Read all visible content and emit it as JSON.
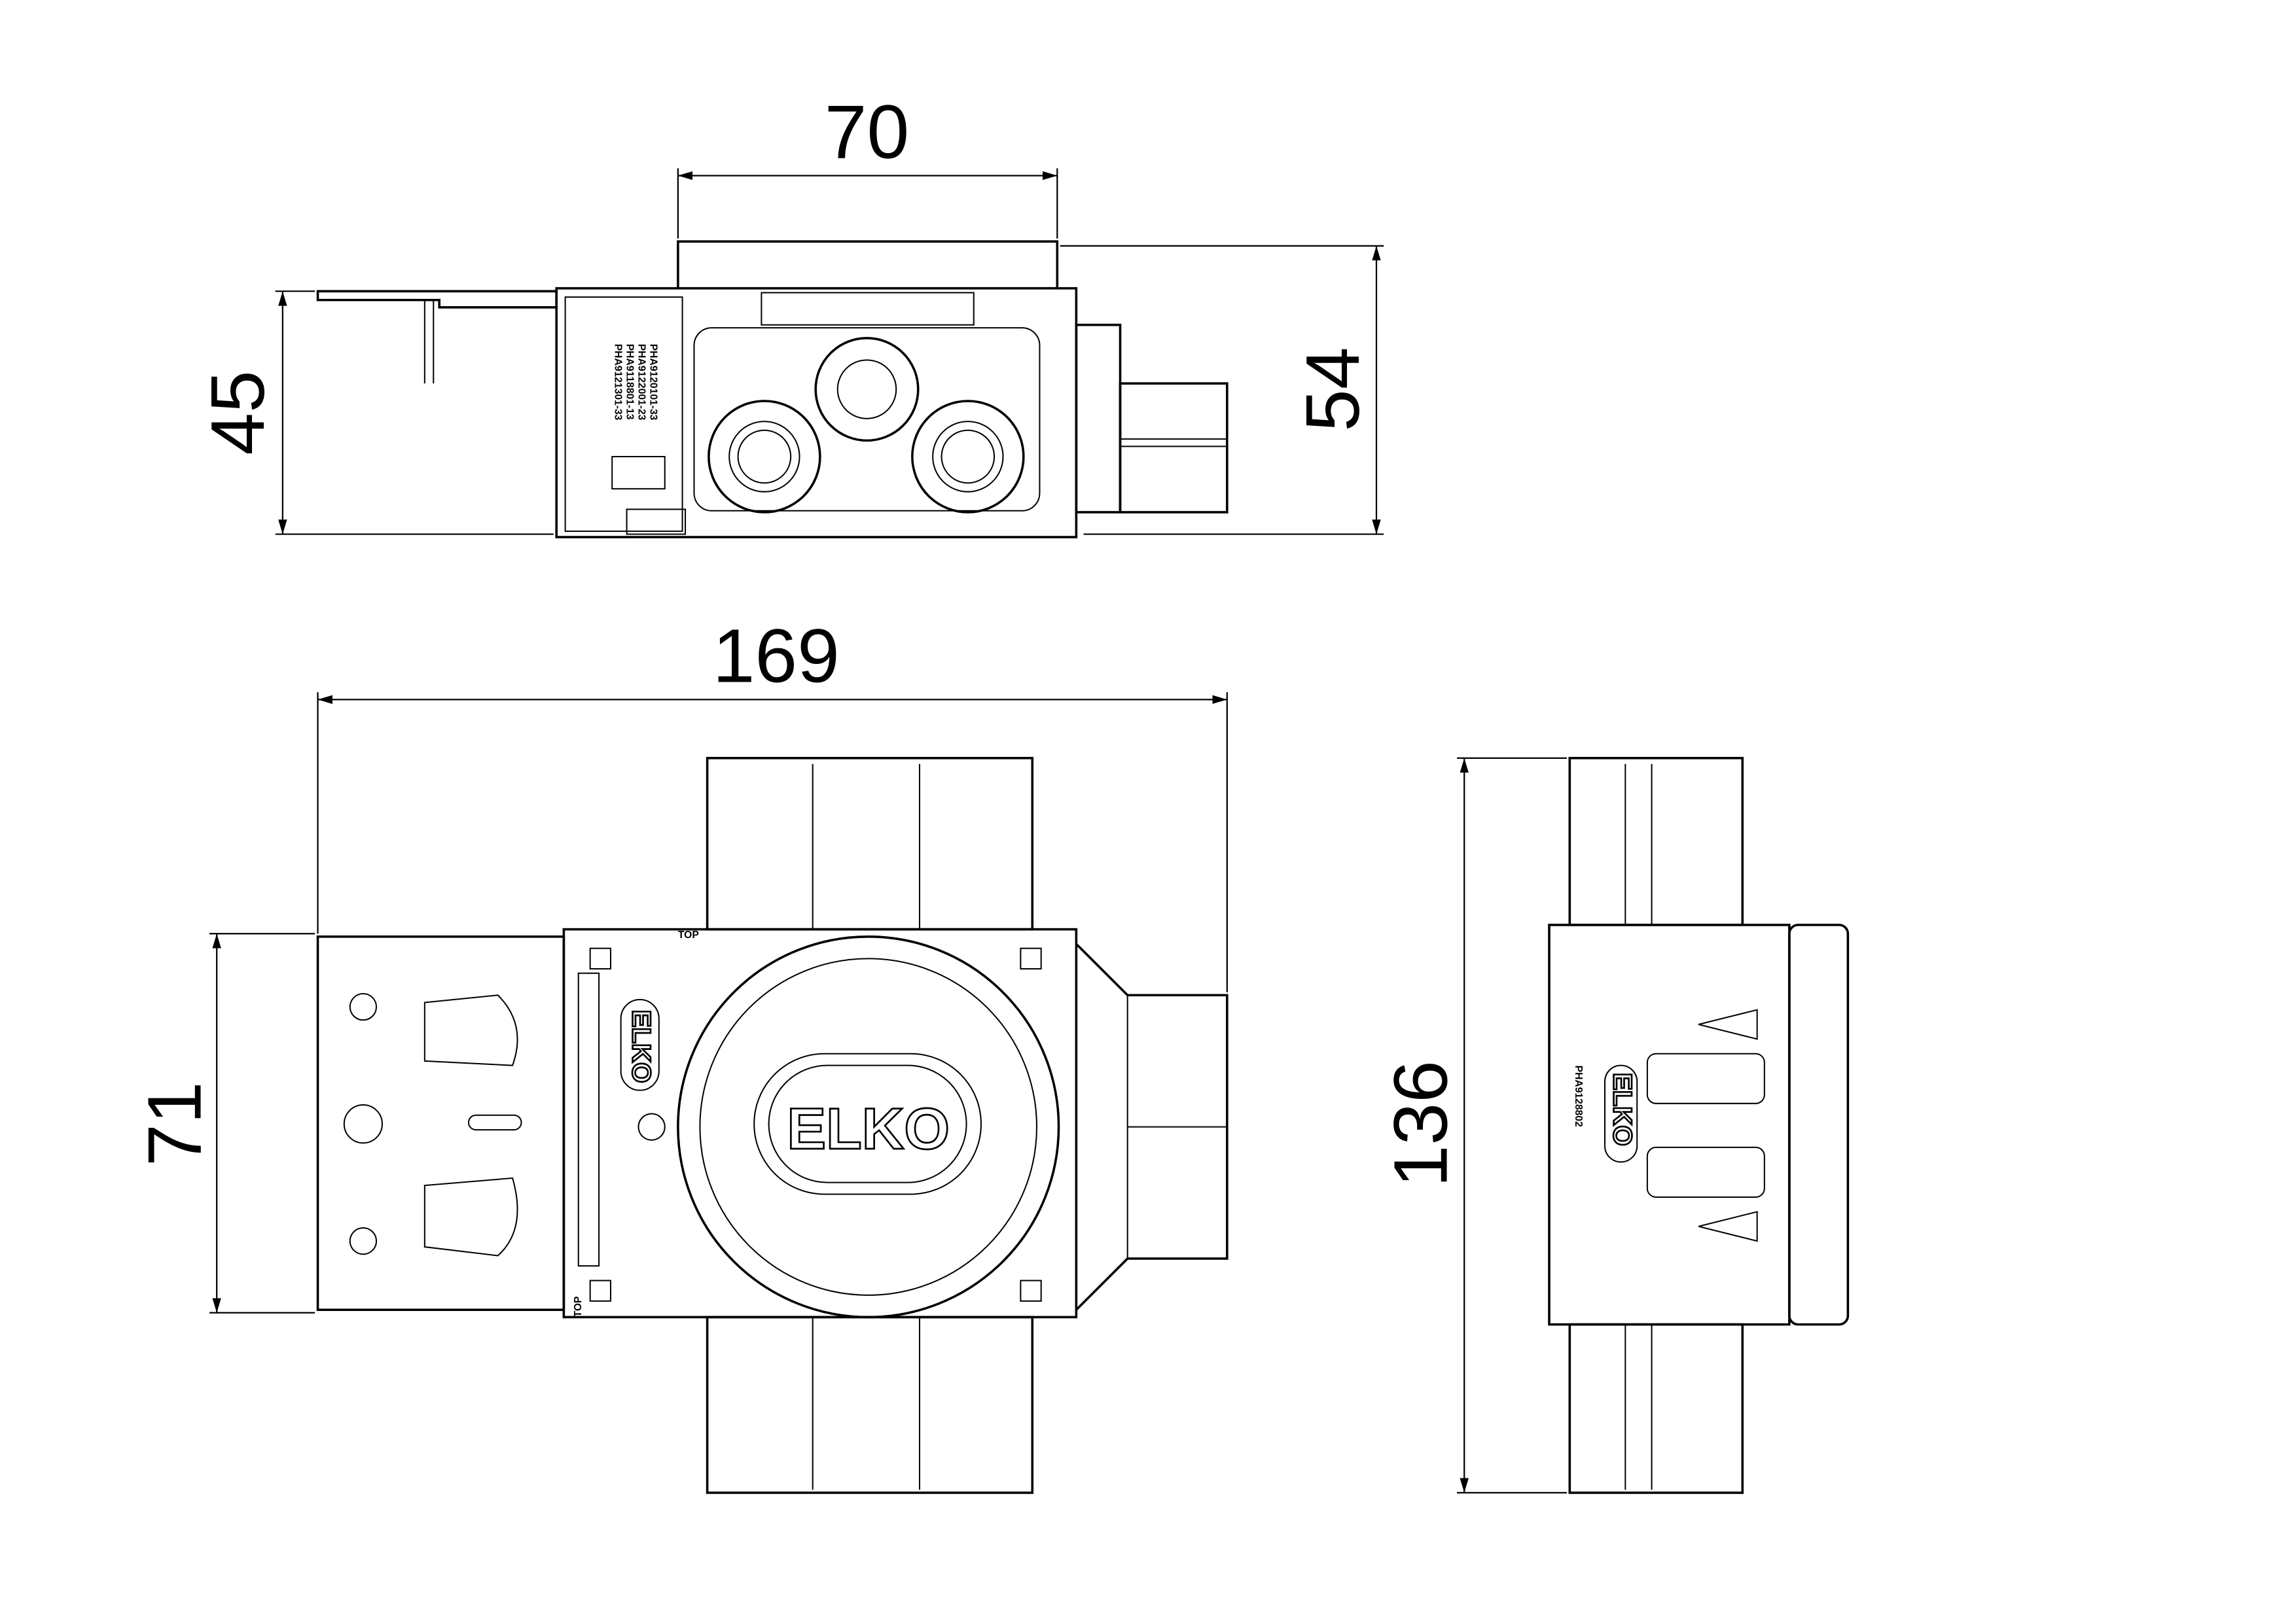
{
  "dimensions": {
    "top_width": "70",
    "front_height_left": "45",
    "front_height_right": "54",
    "overall_width": "169",
    "bracket_height": "71",
    "side_height": "136"
  },
  "labels": {
    "top_marker_1": "TOP",
    "top_marker_2": "TOP",
    "brand_center": "ELKO",
    "brand_left": "ELKO",
    "brand_side": "ELKO",
    "side_part_number": "PHA9128802",
    "part_numbers": [
      "PHA9121301-33",
      "PHA9118801-13",
      "PHA9122001-23",
      "PHA9120101-33"
    ]
  }
}
